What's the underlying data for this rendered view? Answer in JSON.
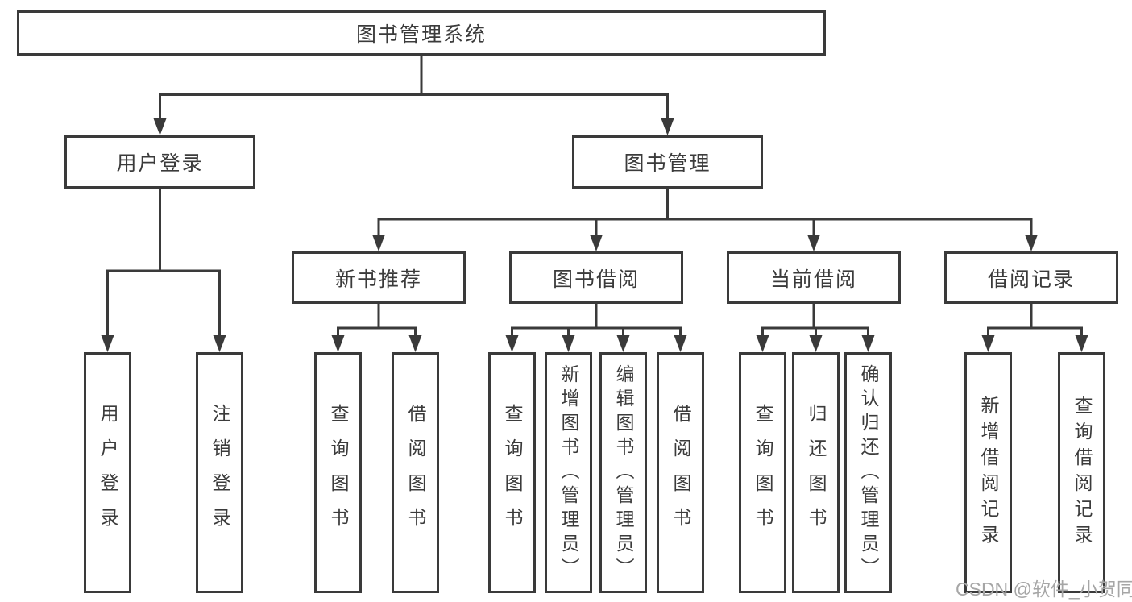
{
  "diagram": {
    "title": "图书管理系统",
    "type": "hierarchy-tree",
    "colors": {
      "line": "#3a3a3a",
      "text": "#3b3b3b",
      "background": "#ffffff",
      "watermark": "#a6a6a6"
    },
    "tree": {
      "label": "图书管理系统",
      "children": [
        {
          "label": "用户登录",
          "children": [
            {
              "label": "用户登录"
            },
            {
              "label": "注销登录"
            }
          ]
        },
        {
          "label": "图书管理",
          "children": [
            {
              "label": "新书推荐",
              "children": [
                {
                  "label": "查询图书"
                },
                {
                  "label": "借阅图书"
                }
              ]
            },
            {
              "label": "图书借阅",
              "children": [
                {
                  "label": "查询图书"
                },
                {
                  "label": "新增图书（管理员）"
                },
                {
                  "label": "编辑图书（管理员）"
                },
                {
                  "label": "借阅图书"
                }
              ]
            },
            {
              "label": "当前借阅",
              "children": [
                {
                  "label": "查询图书"
                },
                {
                  "label": "归还图书"
                },
                {
                  "label": "确认归还（管理员）"
                }
              ]
            },
            {
              "label": "借阅记录",
              "children": [
                {
                  "label": "新增借阅记录"
                },
                {
                  "label": "查询借阅记录"
                }
              ]
            }
          ]
        }
      ]
    },
    "watermark": {
      "text": "CSDN @软件_小贺同学"
    }
  }
}
